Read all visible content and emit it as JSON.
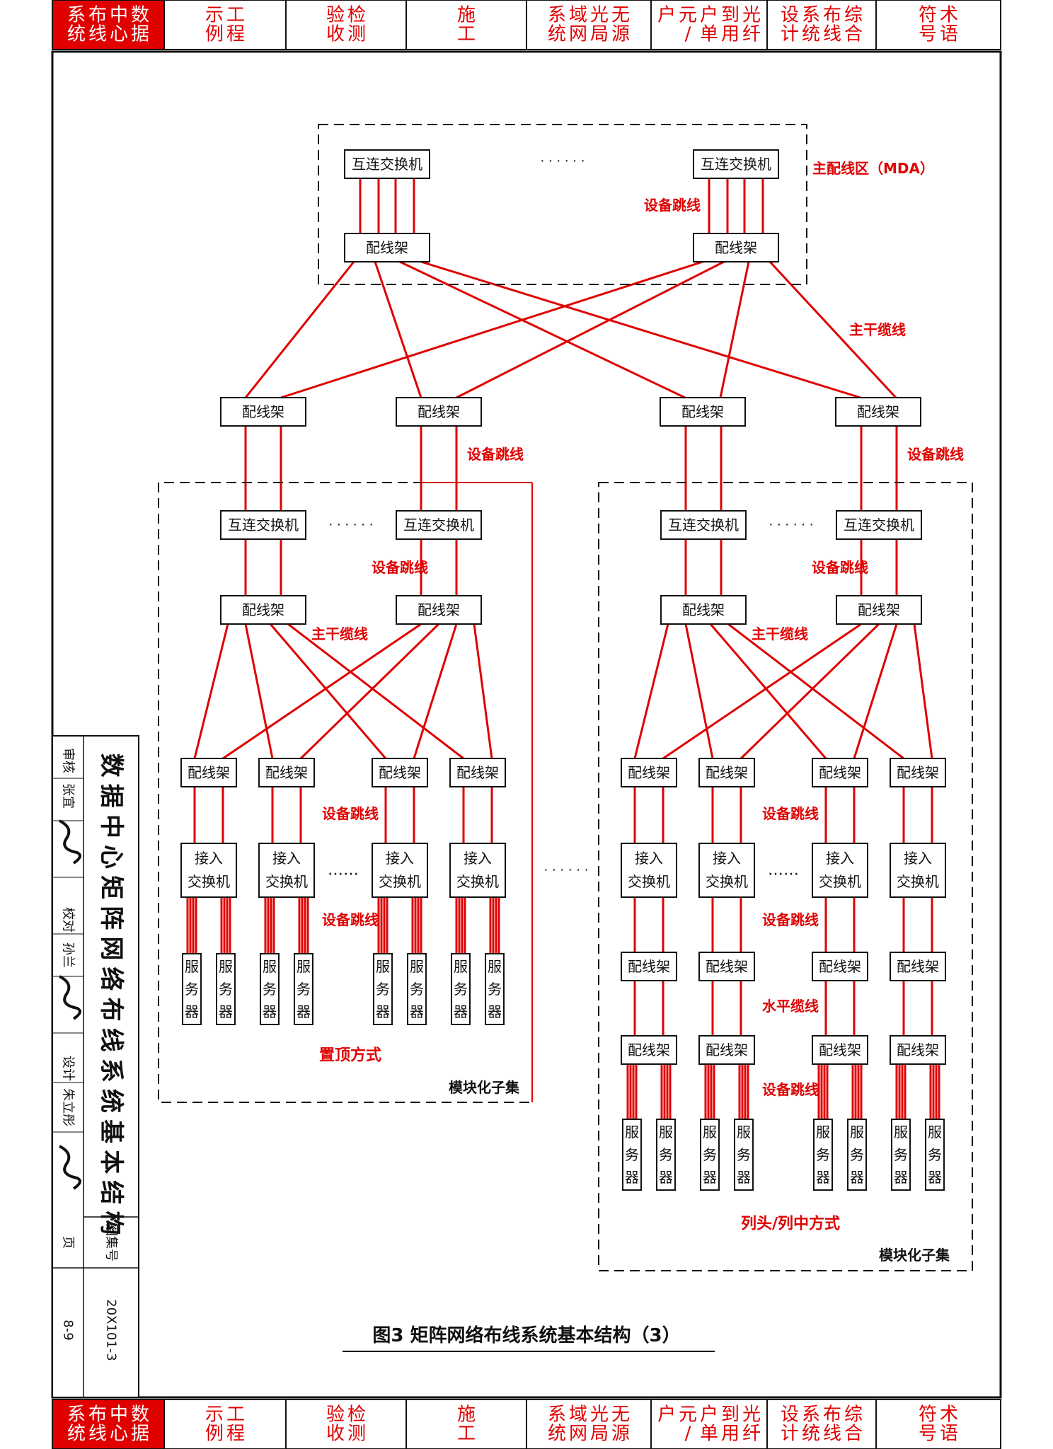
{
  "colors": {
    "red": "#e00000",
    "black": "#111111",
    "tab_red": "#e00000"
  },
  "tabs": [
    {
      "label": "数据中心布线系统",
      "active": true
    },
    {
      "label": "工程示例",
      "active": false
    },
    {
      "label": "检测验收",
      "active": false
    },
    {
      "label": "施工",
      "active": false
    },
    {
      "label": "无源光局域网系统",
      "active": false
    },
    {
      "label": "光纤到用户单元/户",
      "active": false
    },
    {
      "label": "综合布线系统设计",
      "active": false
    },
    {
      "label": "术语符号",
      "active": false
    }
  ],
  "title_block": {
    "sheet_title": "数据中心矩阵网络布线系统基本结构",
    "review_label": "审核",
    "review_name": "张宜",
    "check_label": "校对",
    "check_name": "孙兰",
    "design_label": "设计",
    "design_name": "朱立彤",
    "atlas_label": "图集号",
    "atlas_no": "20X101-3",
    "page_label": "页",
    "page_no": "8-9"
  },
  "diagram": {
    "caption": "图3  矩阵网络布线系统基本结构（3）",
    "mda_label": "主配线区（MDA）",
    "interconnect_switch": "互连交换机",
    "patch_panel": "配线架",
    "access_switch_line1": "接入",
    "access_switch_line2": "交换机",
    "server_chars": [
      "服",
      "务",
      "器"
    ],
    "equipment_cord": "设备跳线",
    "backbone_cable": "主干缆线",
    "horizontal_cable": "水平缆线",
    "ceiling_method": "置顶方式",
    "row_method": "列头/列中方式",
    "module_subset": "模块化子集",
    "ellipsis": "……",
    "ellipsis_dots": "· · · · · ·"
  }
}
